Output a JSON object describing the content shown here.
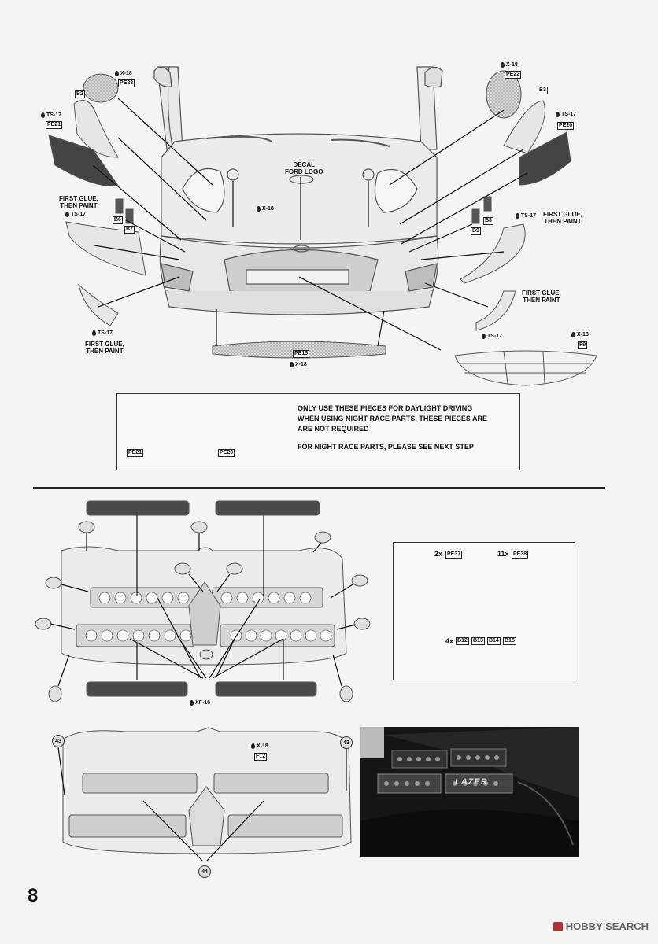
{
  "page_number": "8",
  "watermark": "HOBBY SEARCH",
  "top": {
    "decal_label": "DECAL\nFORD LOGO",
    "first_glue": "FIRST GLUE,\nTHEN PAINT",
    "paints": {
      "x18": "X-18",
      "ts17": "TS-17",
      "xf16": "XF-16"
    },
    "codes": {
      "pe23": "PE23",
      "pe22": "PE22",
      "b2": "B2",
      "b3": "B3",
      "pe21": "PE21",
      "pe20": "PE20",
      "b6": "B6",
      "b7": "B7",
      "b8": "B8",
      "b9": "B9",
      "pe15": "PE15",
      "f9": "F9"
    }
  },
  "warning": {
    "line1": "ONLY USE THESE PIECES FOR DAYLIGHT DRIVING\nWHEN USING NIGHT RACE PARTS, THESE PIECES ARE\nARE NOT REQUIRED",
    "line2": "FOR NIGHT RACE PARTS, PLEASE SEE NEXT STEP",
    "pe21": "PE21",
    "pe20": "PE20"
  },
  "parts_box": {
    "qty_2x": "2x",
    "qty_11x": "11x",
    "qty_4x": "4x",
    "pe37": "PE37",
    "pe38": "PE38",
    "b12": "B12",
    "b13": "B13",
    "b14": "B14",
    "b15": "B15"
  },
  "bottom": {
    "f12": "F12",
    "n43": "43",
    "n44": "44"
  },
  "photo": {
    "brand_text": "LAZER"
  }
}
